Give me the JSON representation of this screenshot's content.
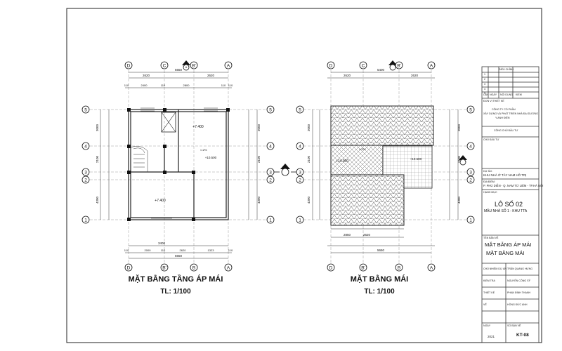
{
  "left_plan": {
    "title": "MẶT BẰNG TẦNG ÁP MÁI",
    "scale": "TL: 1/100",
    "axis_top": [
      "D",
      "C",
      "B'",
      "A"
    ],
    "axis_bottom": [
      "D",
      "B'",
      "B",
      "A"
    ],
    "axis_rows": [
      "5",
      "4",
      "3",
      "2",
      "1"
    ],
    "top_dims_total": "5650",
    "top_dims": [
      "2620",
      "2620"
    ],
    "top_dims2": [
      "110",
      "2400",
      "110",
      "2800",
      "110",
      "110"
    ],
    "bottom_dims": [
      "3400"
    ],
    "bottom_dims2": [
      "110",
      "2000",
      "110",
      "2620",
      "1323",
      "110"
    ],
    "bottom_total": "5650",
    "side_dims": [
      "3000",
      "2100",
      "4300"
    ],
    "levels": [
      "+7.400",
      "+10.500",
      "+7.400"
    ],
    "slope": "i=2%",
    "marker": "A"
  },
  "right_plan": {
    "title": "MẶT BẰNG MÁI",
    "scale": "TL: 1/100",
    "axis_top": [
      "D",
      "C",
      "B'",
      "A"
    ],
    "axis_bottom": [
      "D",
      "B'",
      "B",
      "A"
    ],
    "axis_rows": [
      "5",
      "4",
      "3",
      "2",
      "1"
    ],
    "top_dims_total": "5400",
    "top_dims": [
      "2620",
      "2620"
    ],
    "bottom_dims": [
      "2850",
      "2620"
    ],
    "bottom_total": "5650",
    "side_dims": [
      "3000",
      "2100",
      "4300"
    ],
    "levels": [
      "+14.000",
      "+10.500"
    ],
    "slope": "i=2%"
  },
  "title_block": {
    "revision_header": "ĐIỀU CHỈNH",
    "revision_rows": [
      "1",
      "2",
      "3",
      "4",
      "5"
    ],
    "revision_cols": [
      "LẦN",
      "NGÀY",
      "NỘI DUNG",
      "KIỂM"
    ],
    "design_unit_label": "ĐƠN VỊ THIẾT KẾ",
    "company": "CÔNG TY CỔ PHẦN",
    "company2": "XÂY DỰNG VÀ PHÁT TRIỂN NHÀ ĐẠI DƯƠNG",
    "company3": "Y-ANH ĐIỆN",
    "project_owner": "CÔNG CHỦ ĐẦU TƯ",
    "owner_label": "CHỦ ĐẦU TƯ",
    "project_label": "DỰ ÁN:",
    "project_name": "KHU NHÀ Ở TÂY NAM HỒ TRỊ",
    "address_label": "ĐỊA ĐIỂM:",
    "address": "P. PHÚ DIỄN - Q. NAM TỪ LIÊM - TP.HÀ NỘI",
    "item_label": "HẠNG MỤC",
    "lot": "LÔ SỐ 02",
    "lot_sub": "MẪU NHÀ SỐ 1 - KHU TTA",
    "drawing_label": "TÊN BẢN VẼ",
    "drawing_name1": "MẶT BẰNG ÁP MÁI",
    "drawing_name2": "MẶT BẰNG MÁI",
    "roles": [
      "CHỦ NHIỆM DỰ ÁN",
      "KIỂM TRA",
      "THIẾT KẾ",
      "VẼ"
    ],
    "names": [
      "TRẦN QUANG HƯNG",
      "NGUYỄN CÔNG SỸ",
      "PHAN ĐÌNH THANH",
      "HỒNG ĐỨC ANH"
    ],
    "sheet_label": "SỐ BẢN VẼ",
    "date_label": "NGÀY",
    "date_value": "2021",
    "sheet_no": "KT-08"
  }
}
